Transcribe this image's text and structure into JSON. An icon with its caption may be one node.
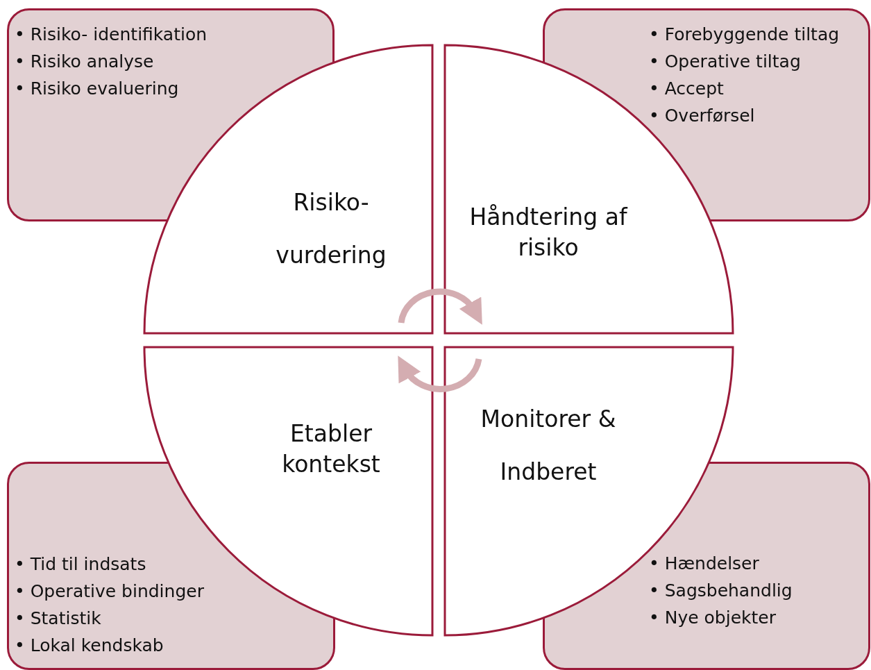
{
  "diagram": {
    "nodes": [
      {
        "text": [
          "• Risiko- identifikation",
          "• Risiko analyse",
          "• Risiko evaluering"
        ]
      },
      {
        "text": [
          "• Forebyggende tiltag",
          "• Operative tiltag",
          "• Accept",
          "• Overførsel"
        ]
      },
      {
        "text": [
          "Risiko- vurdering"
        ]
      },
      {
        "text": [
          "Håndtering af risiko"
        ]
      },
      {
        "text": [
          "Etabler kontekst"
        ]
      },
      {
        "text": [
          "Monitorer & Indberet"
        ]
      },
      {
        "text": [
          "• Tid til indsats",
          "• Operative bindinger",
          "• Statistik",
          "• Lokal kendskab"
        ]
      },
      {
        "text": [
          "• Hændelser",
          "• Sagsbehandlig",
          "• Nye objekter"
        ]
      }
    ],
    "edges": [
      {
        "from": 2,
        "to": 3,
        "arrow": "to"
      },
      {
        "from": 5,
        "to": 4,
        "arrow": "to"
      }
    ]
  }
}
